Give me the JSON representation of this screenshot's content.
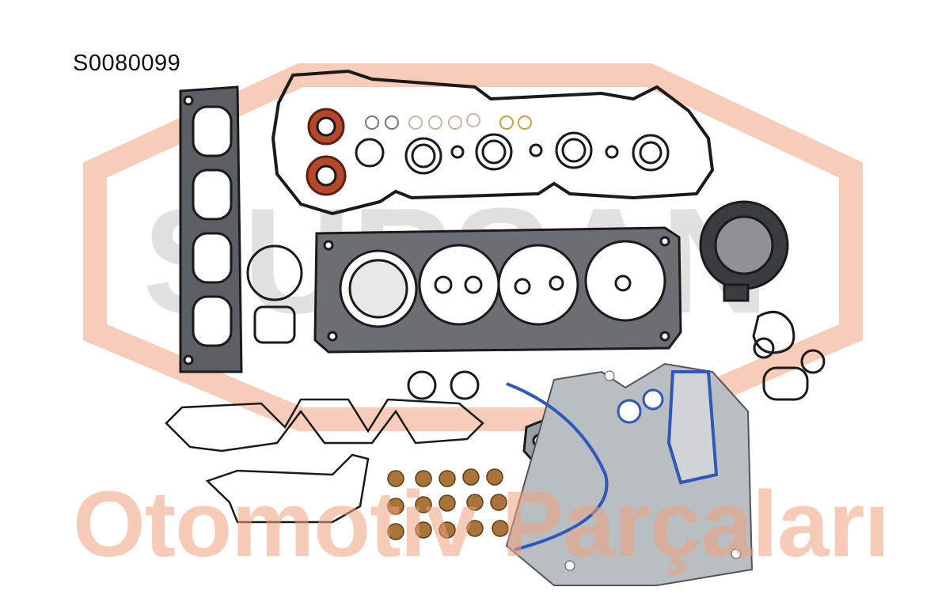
{
  "product": {
    "code": "S0080099"
  },
  "watermark": {
    "brand": "SUPSAN",
    "tagline": "Otomotiv Parçaları"
  },
  "colors": {
    "watermark_orange": "#f0a27e",
    "watermark_gray": "#c9c9c9",
    "gasket_black": "#1a1a1a",
    "metal_gray": "#9aa0a6",
    "seal_red": "#b5482b",
    "timing_blue": "#2f58b8",
    "valve_seal_brown": "#a8743a"
  }
}
